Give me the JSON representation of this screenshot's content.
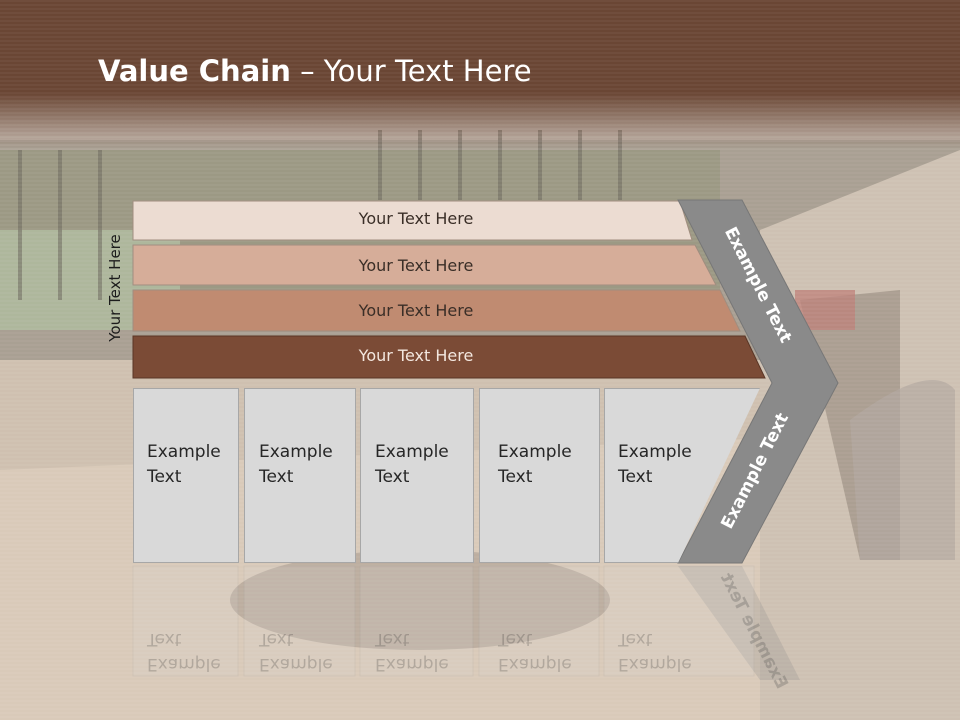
{
  "slide": {
    "title_bold": "Value Chain",
    "title_rest": " – Your Text Here",
    "vertical_label": "Your Text Here"
  },
  "rows": [
    {
      "label": "Your Text Here",
      "color": "#ecdcd2"
    },
    {
      "label": "Your Text Here",
      "color": "#d6ad99"
    },
    {
      "label": "Your Text Here",
      "color": "#c08b71"
    },
    {
      "label": "Your Text Here",
      "color": "#7b4b36"
    }
  ],
  "columns": [
    {
      "line1": "Example",
      "line2": "Text"
    },
    {
      "line1": "Example",
      "line2": "Text"
    },
    {
      "line1": "Example",
      "line2": "Text"
    },
    {
      "line1": "Example",
      "line2": "Text"
    },
    {
      "line1": "Example",
      "line2": "Text"
    }
  ],
  "chevron": {
    "upper_text": "Example Text",
    "lower_text": "Example Text",
    "color": "#8a8a8a"
  },
  "colors": {
    "header_band": "#6a4634",
    "column_fill": "#d9d9d9"
  }
}
